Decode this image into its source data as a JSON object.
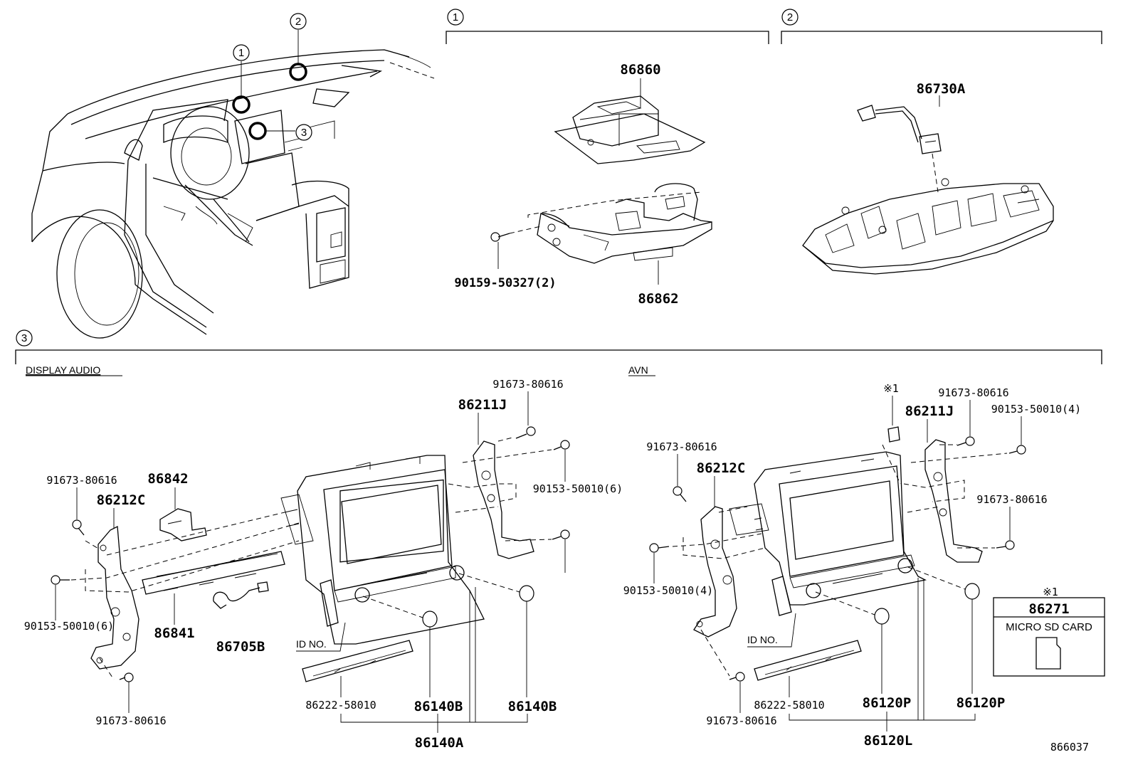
{
  "callouts": [
    "1",
    "2",
    "3"
  ],
  "sections": {
    "display_audio": "DISPLAY AUDIO",
    "avn": "AVN"
  },
  "section1": {
    "p86860": "86860",
    "p86862": "86862",
    "p90159": "90159-50327(2)"
  },
  "section2": {
    "p86730A": "86730A"
  },
  "display_audio": {
    "p91673_tl": "91673-80616",
    "p86842": "86842",
    "p86212C": "86212C",
    "p90153_l": "90153-50010(6)",
    "p86841": "86841",
    "p86705B": "86705B",
    "p91673_bl": "91673-80616",
    "id_no": "ID NO.",
    "p86222": "86222-58010",
    "p86140B_a": "86140B",
    "p86140B_b": "86140B",
    "p86140A": "86140A",
    "p91673_tr": "91673-80616",
    "p86211J": "86211J",
    "p90153_r": "90153-50010(6)"
  },
  "avn": {
    "p91673_tl": "91673-80616",
    "p86212C": "86212C",
    "p90153_l": "90153-50010(4)",
    "id_no": "ID NO.",
    "p91673_bl": "91673-80616",
    "p86222": "86222-58010",
    "p86120P_a": "86120P",
    "p86120P_b": "86120P",
    "p86120L": "86120L",
    "note_mark": "※1",
    "p91673_top": "91673-80616",
    "p86211J": "86211J",
    "p90153_r": "90153-50010(4)",
    "p91673_r": "91673-80616"
  },
  "sd_box": {
    "note_mark": "※1",
    "part": "86271",
    "label": "MICRO SD CARD"
  },
  "figure_id": "866037"
}
